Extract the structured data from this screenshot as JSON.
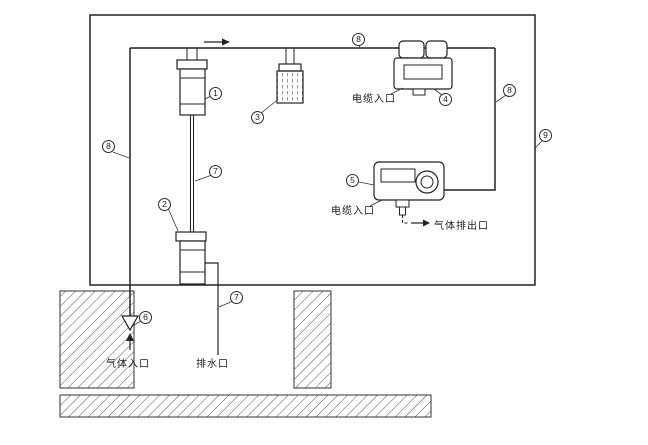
{
  "figure": {
    "type": "technical-schematic",
    "background": "#ffffff",
    "line_color": "#222222"
  },
  "callouts": {
    "n1": "1",
    "n2": "2",
    "n3": "3",
    "n4": "4",
    "n5": "5",
    "n6": "6",
    "n7": "7",
    "n8": "8",
    "n9": "9"
  },
  "labels": {
    "cable_entry_top": "电缆入口",
    "cable_entry_bottom": "电缆入口",
    "gas_outlet": "气体排出口",
    "gas_inlet": "气体入口",
    "drain": "排水口"
  }
}
